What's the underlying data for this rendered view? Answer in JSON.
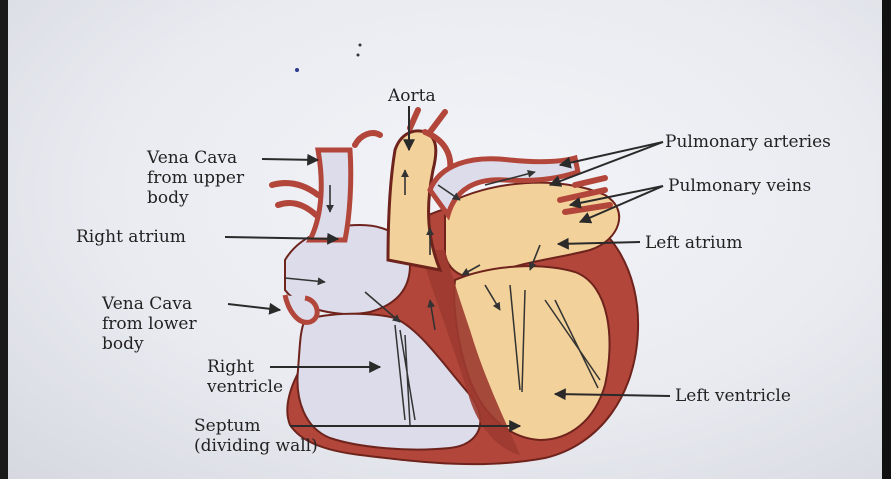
{
  "labels": {
    "aorta": "Aorta",
    "pulmonary_arteries": "Pulmonary arteries",
    "pulmonary_veins": "Pulmonary veins",
    "vena_cava_upper": [
      "Vena Cava",
      "from upper",
      "body"
    ],
    "right_atrium": "Right atrium",
    "left_atrium": "Left atrium",
    "vena_cava_lower": [
      "Vena Cava",
      "from lower",
      "body"
    ],
    "right_ventricle": [
      "Right",
      "ventricle"
    ],
    "left_ventricle": "Left ventricle",
    "septum": [
      "Septum",
      "(dividing wall)"
    ]
  },
  "colors": {
    "muscle": "#b2463a",
    "muscle_dark": "#6e231c",
    "oxygenated_fill": "#f3d19a",
    "deoxygenated_fill": "#dcdcea",
    "arrow": "#2a2a2a"
  }
}
